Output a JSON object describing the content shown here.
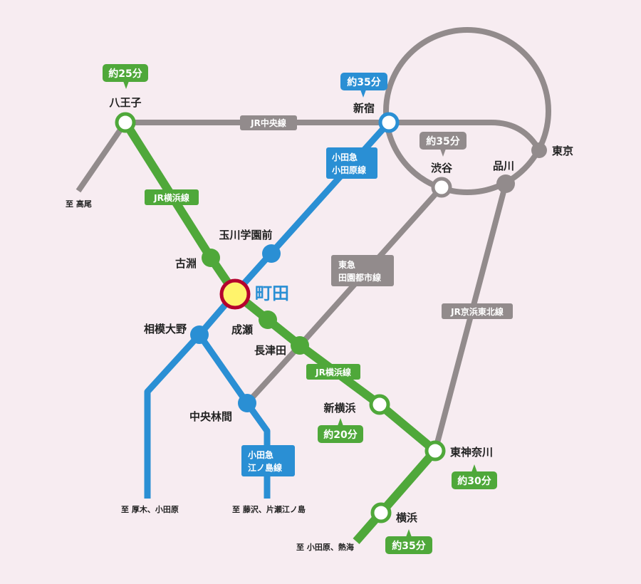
{
  "colors": {
    "background": "#f7ecf1",
    "jr_yokohama": "#4fa83a",
    "odakyu": "#2a8fd4",
    "jr_gray": "#928b8c",
    "machida_ring": "#b5002d",
    "machida_fill": "#fff36b"
  },
  "hub": "町田",
  "stations": {
    "hachioji": "八王子",
    "shinjuku": "新宿",
    "shibuya": "渋谷",
    "shinagawa": "品川",
    "tokyo": "東京",
    "tamagawa": "玉川学園前",
    "kobuchi": "古淵",
    "naruse": "成瀬",
    "sagamiono": "相模大野",
    "nagatsuta": "長津田",
    "chuorinkan": "中央林間",
    "shinyokohama": "新横浜",
    "higashikanagawa": "東神奈川",
    "yokohama": "横浜"
  },
  "lines": {
    "chuo": "JR中央線",
    "yokohama1": "JR横浜線",
    "yokohama2": "JR横浜線",
    "odawara": [
      "小田急",
      "小田原線"
    ],
    "enoshima": [
      "小田急",
      "江ノ島線"
    ],
    "denen": [
      "東急",
      "田園都市線"
    ],
    "keihin": "JR京浜東北線"
  },
  "times": {
    "hachioji": "約25分",
    "shinjuku": "約35分",
    "shibuya": "約35分",
    "shinyokohama": "約20分",
    "higashikanagawa": "約30分",
    "yokohama": "約35分"
  },
  "destinations": {
    "takao": "至 高尾",
    "atsugi": "至 厚木、小田原",
    "fujisawa": "至 藤沢、片瀬江ノ島",
    "atami": "至 小田原、熱海"
  }
}
